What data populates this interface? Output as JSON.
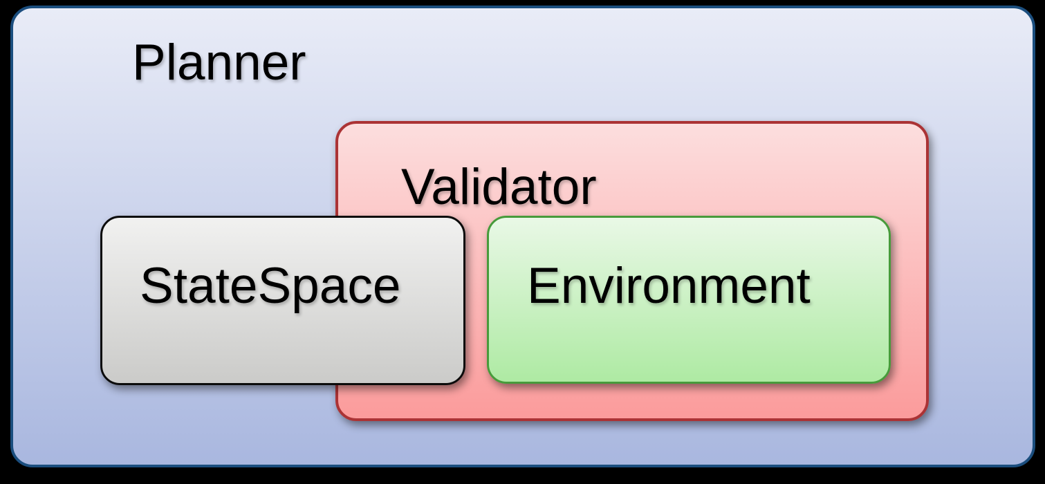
{
  "diagram": {
    "background_color": "#000000",
    "text_color": "#000000",
    "boxes": {
      "planner": {
        "label": "Planner",
        "border_color": "#1b4e7e",
        "fill_top": "#e9ecf7",
        "fill_bottom": "#a9b7df"
      },
      "validator": {
        "label": "Validator",
        "border_color": "#ab3335",
        "fill_top": "#fcdede",
        "fill_bottom": "#fb9b9b"
      },
      "statespace": {
        "label": "StateSpace",
        "border_color": "#0b0b0b",
        "fill_top": "#f1f1f0",
        "fill_bottom": "#cbcbc9"
      },
      "environment": {
        "label": "Environment",
        "border_color": "#479b3b",
        "fill_top": "#e9f8e6",
        "fill_bottom": "#aeeaa3"
      }
    }
  }
}
